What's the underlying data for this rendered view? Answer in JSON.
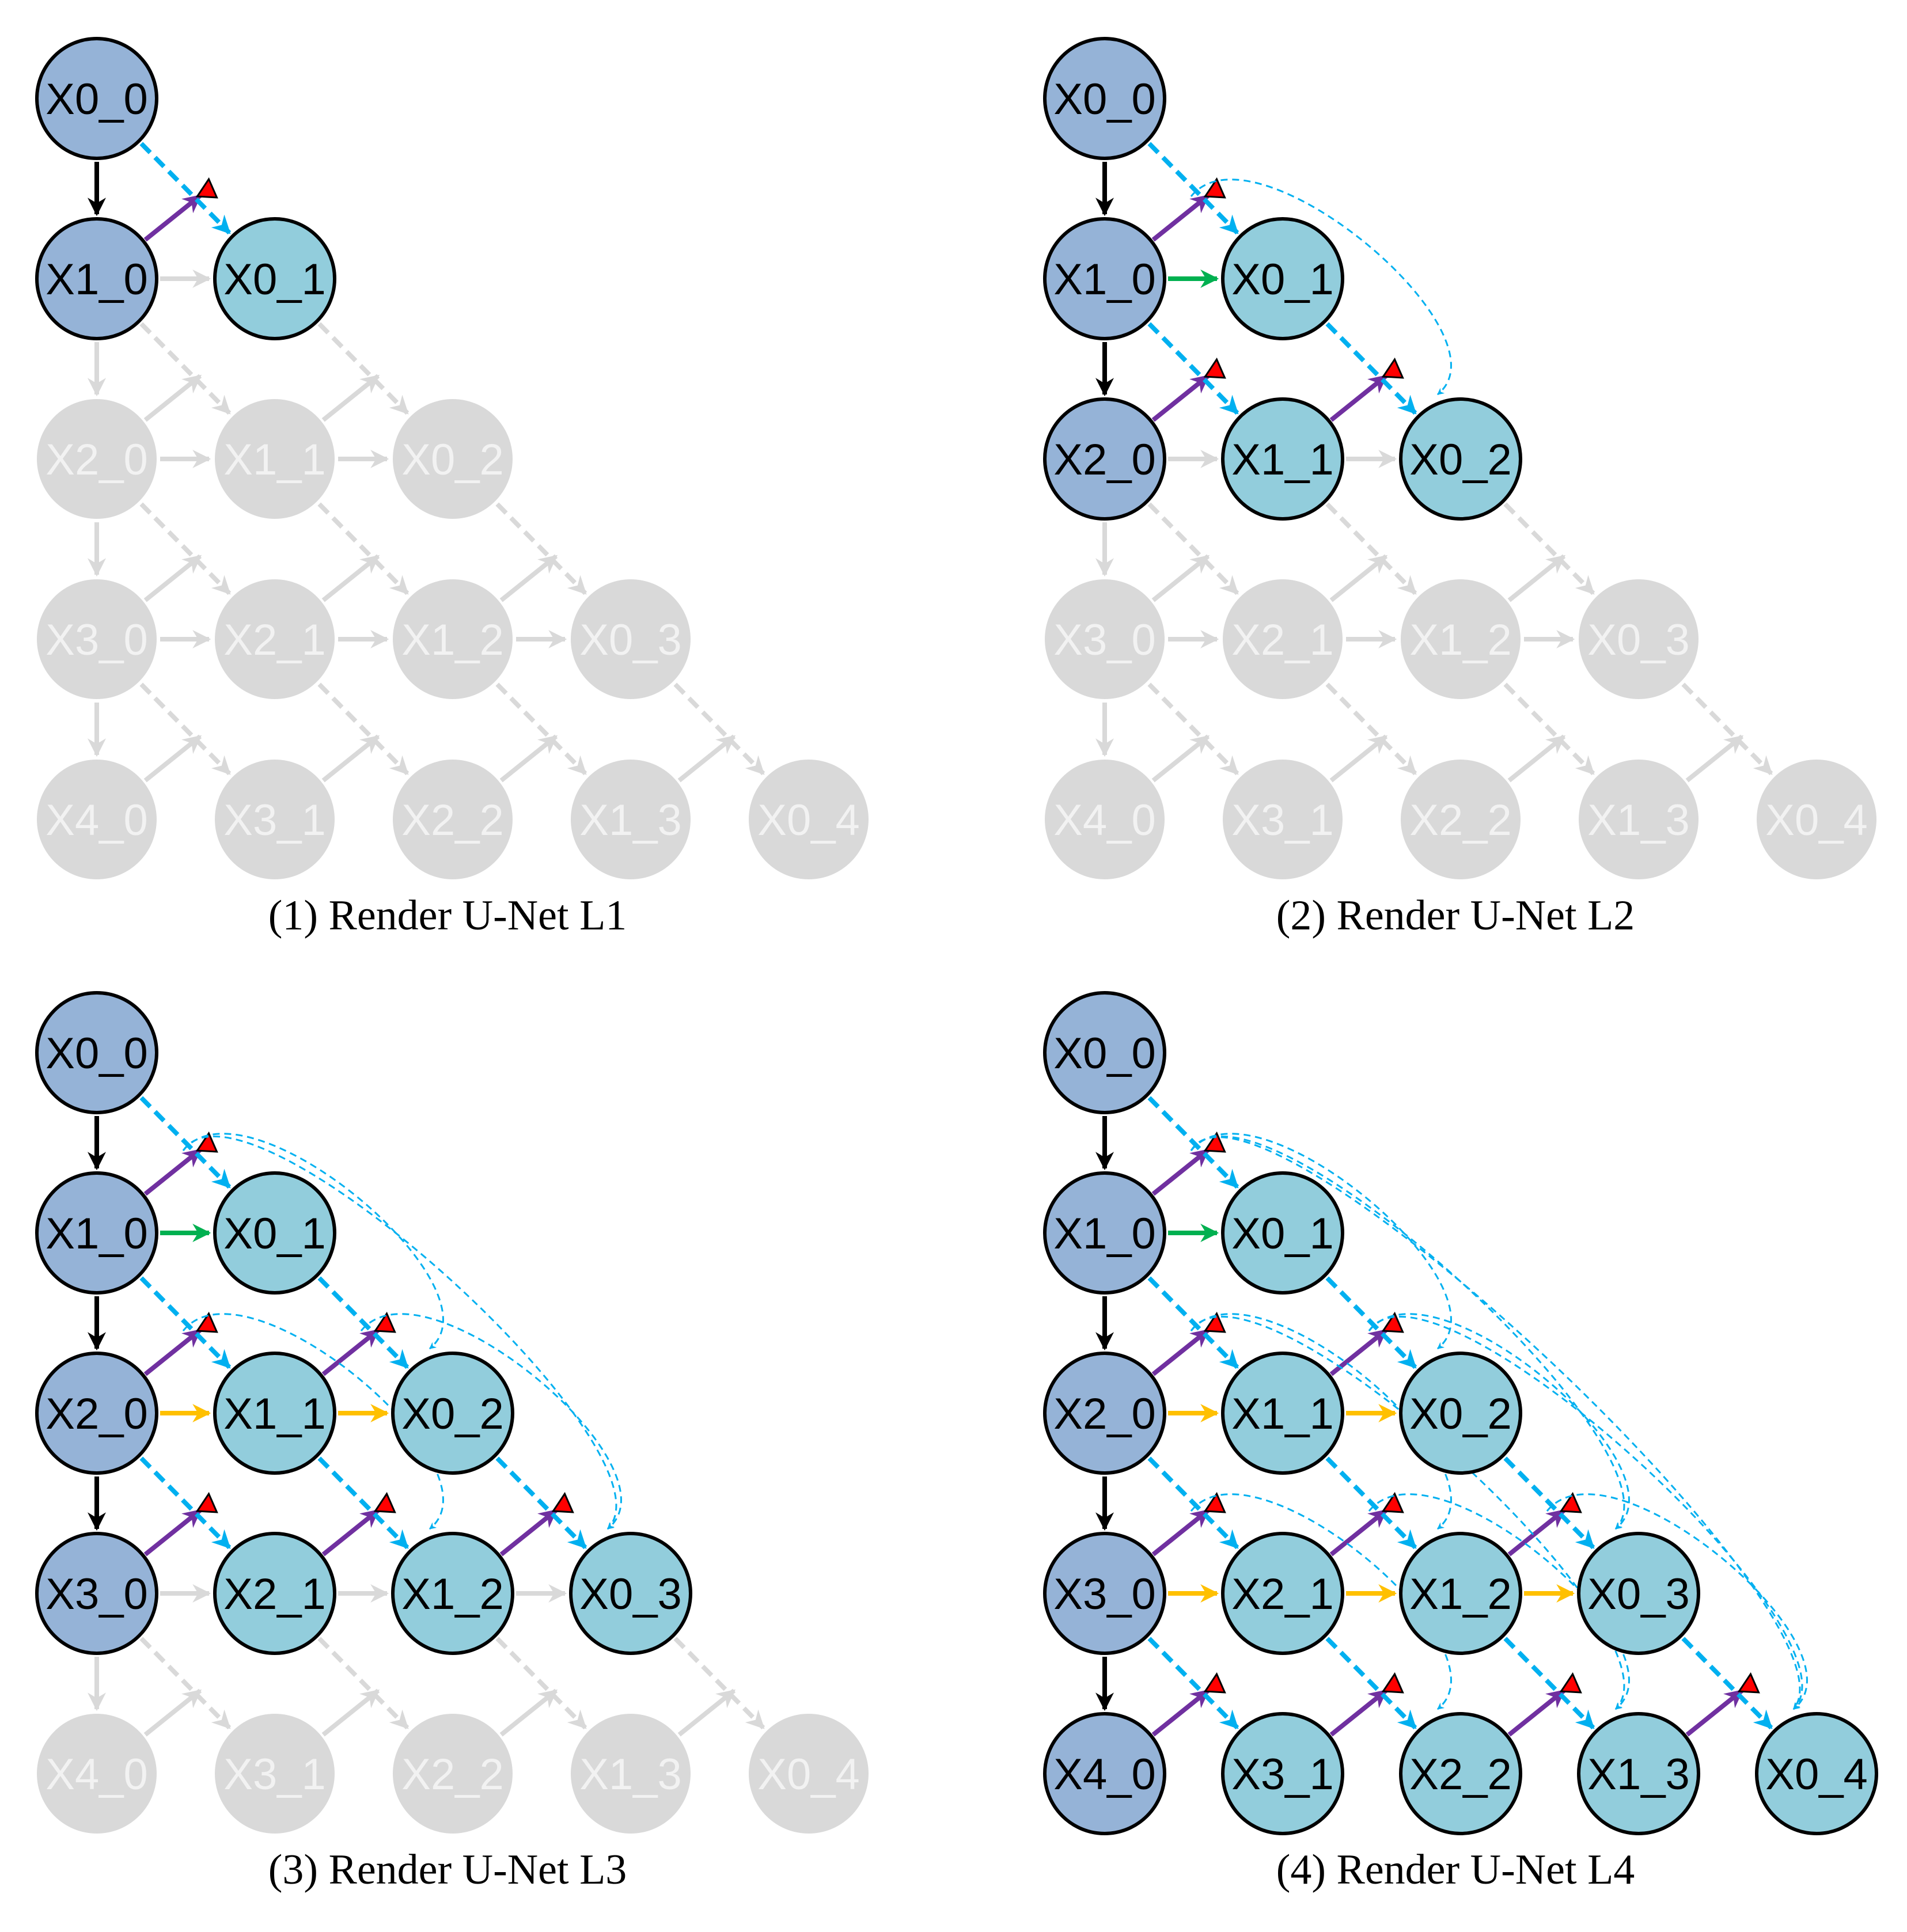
{
  "panels": [
    {
      "caption": "(1) Render U-Net L1",
      "level": 1
    },
    {
      "caption": "(2) Render U-Net L2",
      "level": 2
    },
    {
      "caption": "(3) Render U-Net L3",
      "level": 3
    },
    {
      "caption": "(4) Render U-Net L4",
      "level": 4
    }
  ],
  "node_labels": [
    [
      "X0_0",
      "X0_1",
      "X0_2",
      "X0_3",
      "X0_4"
    ],
    [
      "X1_0",
      "X1_1",
      "X1_2",
      "X1_3"
    ],
    [
      "X2_0",
      "X2_1",
      "X2_2"
    ],
    [
      "X3_0",
      "X3_1"
    ],
    [
      "X4_0"
    ]
  ],
  "colors": {
    "encoder_node": "#95b3d7",
    "decoder_node": "#92cddc",
    "inactive": "#d9d9d9",
    "node_border": "#000000",
    "inactive_text": "#f2f2f2",
    "downsample": "#000000",
    "upsample": "#7030a0",
    "skip": "#00b0f0",
    "first_level_conv": "#00b050",
    "conv": "#ffc000",
    "upsample_marker": "#ff0000"
  }
}
